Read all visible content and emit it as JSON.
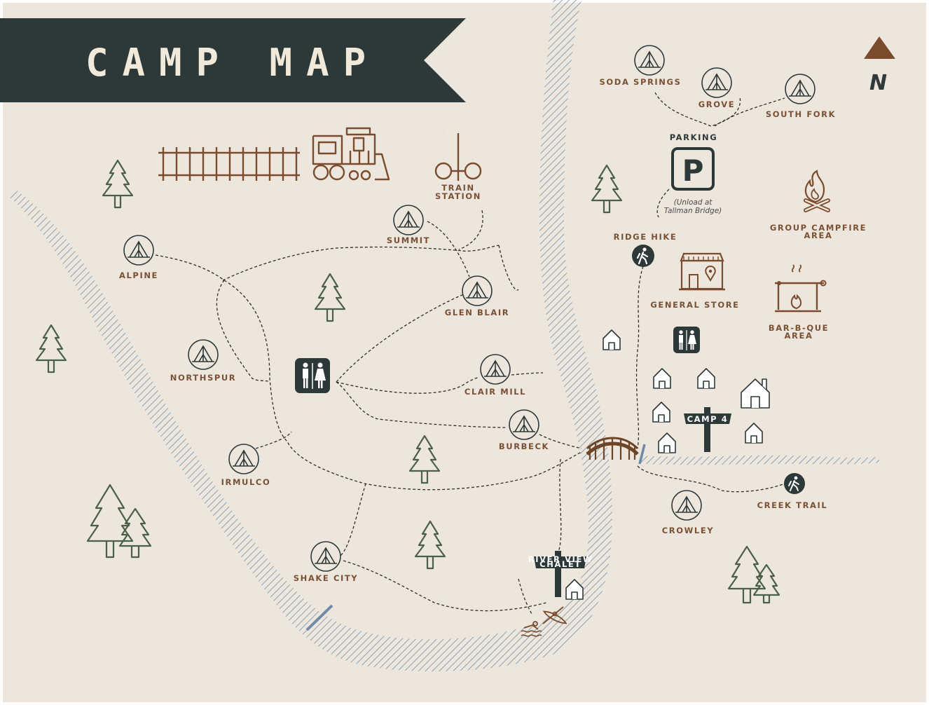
{
  "title": "CAMP MAP",
  "north_label": "N",
  "colors": {
    "background": "#ede6dc",
    "banner": "#2d3838",
    "brown": "#7a4b2c",
    "tree": "#4b6048",
    "river": "#8aa3b7"
  },
  "labels": {
    "train_station": [
      "TRAIN",
      "STATION"
    ],
    "summit": "SUMMIT",
    "alpine": "ALPINE",
    "glen_blair": "GLEN BLAIR",
    "northspur": "NORTHSPUR",
    "clair_mill": "CLAIR MILL",
    "burbeck": "BURBECK",
    "irmulco": "IRMULCO",
    "shake_city": "SHAKE CITY",
    "soda_springs": "SODA SPRINGS",
    "grove": "GROVE",
    "south_fork": "SOUTH FORK",
    "parking": "PARKING",
    "parking_symbol": "P",
    "parking_note": [
      "(Unload at",
      "Tallman Bridge)"
    ],
    "ridge_hike": "RIDGE HIKE",
    "general_store": "GENERAL STORE",
    "group_campfire": [
      "GROUP CAMPFIRE",
      "AREA"
    ],
    "bbq": [
      "BAR-B-QUE",
      "AREA"
    ],
    "camp4": "CAMP 4",
    "crowley": "CROWLEY",
    "creek_trail": "CREEK TRAIL",
    "river_view": [
      "RIVER VIEW",
      "CHALET"
    ]
  },
  "icons": [
    "tent-icon",
    "tree-icon",
    "train-icon",
    "railroad-track-icon",
    "railroad-crossing-icon",
    "restroom-icon",
    "parking-icon",
    "hiker-icon",
    "store-icon",
    "campfire-icon",
    "bbq-icon",
    "cabin-icon",
    "bridge-icon",
    "signpost-icon",
    "swimming-icon",
    "kayak-icon",
    "north-arrow-icon"
  ]
}
